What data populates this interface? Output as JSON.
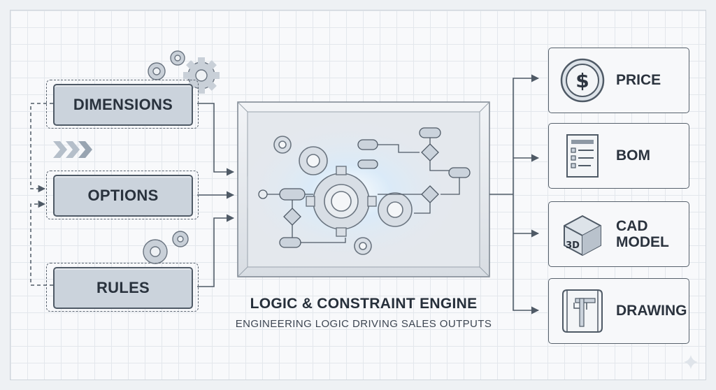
{
  "inputs": {
    "dimensions": "DIMENSIONS",
    "options": "OPTIONS",
    "rules": "RULES"
  },
  "engine": {
    "title": "LOGIC & CONSTRAINT ENGINE",
    "subtitle": "ENGINEERING LOGIC DRIVING SALES OUTPUTS"
  },
  "outputs": {
    "price": "PRICE",
    "bom": "BOM",
    "cad_model": "CAD MODEL",
    "drawing": "DRAWING"
  },
  "icons": {
    "price": "dollar-coin-icon",
    "bom": "document-list-icon",
    "cad_model": "3d-cube-icon",
    "drawing": "blueprint-caliper-icon",
    "cad_badge": "3D"
  },
  "colors": {
    "line": "#4f5a66",
    "box_fill": "#cbd3dc",
    "engine_glow": "#8fc4ee"
  }
}
